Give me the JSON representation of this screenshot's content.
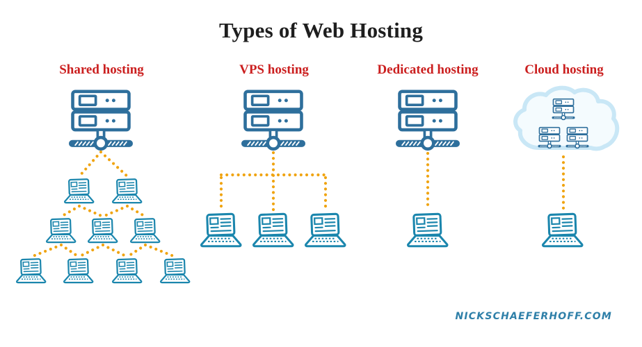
{
  "title": "Types of Web Hosting",
  "watermark": "NICKSCHAEFERHOFF.COM",
  "colors": {
    "title_text": "#1e1e1e",
    "label_red": "#cb1f1f",
    "server_blue": "#2e6f9c",
    "laptop_blue": "#1b86ad",
    "connector_orange": "#f0a411",
    "cloud_stroke": "#c9e7f6",
    "cloud_fill": "#f4fbfe",
    "watermark_blue": "#2e7fa8"
  },
  "columns": [
    {
      "label": "Shared hosting",
      "servers": 1,
      "clients": 9,
      "topology": "tree"
    },
    {
      "label": "VPS hosting",
      "servers": 1,
      "clients": 3,
      "topology": "fan"
    },
    {
      "label": "Dedicated hosting",
      "servers": 1,
      "clients": 1,
      "topology": "direct"
    },
    {
      "label": "Cloud hosting",
      "servers": 3,
      "clients": 1,
      "topology": "cloud"
    }
  ]
}
